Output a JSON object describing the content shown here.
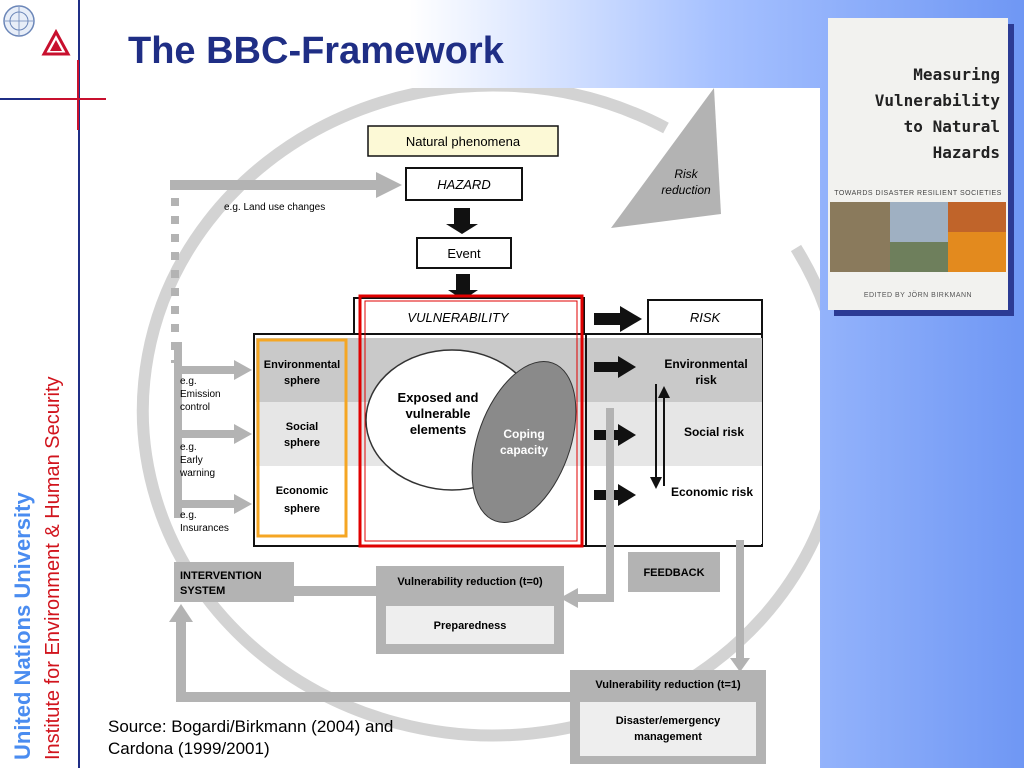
{
  "slide": {
    "title": "The BBC-Framework",
    "sidebar_primary": "United Nations University",
    "sidebar_secondary": "Institute for Environment & Human Security",
    "source_line1": "Source: Bogardi/Birkmann (2004) and",
    "source_line2": "Cardona (1999/2001)"
  },
  "book": {
    "title_lines": [
      "Measuring",
      "Vulnerability",
      "to Natural",
      "Hazards"
    ],
    "subtitle": "TOWARDS DISASTER RESILIENT SOCIETIES",
    "editor": "EDITED BY JÖRN BIRKMANN"
  },
  "diagram": {
    "natural_phenomena": "Natural phenomena",
    "hazard": "HAZARD",
    "event": "Event",
    "vulnerability": "VULNERABILITY",
    "risk": "RISK",
    "risk_reduction_1": "Risk",
    "risk_reduction_2": "reduction",
    "land_use": "e.g.   Land use changes",
    "eg_emission_1": "e.g.",
    "eg_emission_2": "Emission",
    "eg_emission_3": "control",
    "eg_warning_1": "e.g.",
    "eg_warning_2": "Early",
    "eg_warning_3": "warning",
    "eg_insurance_1": "e.g.",
    "eg_insurance_2": "Insurances",
    "env_sphere_1": "Environmental",
    "env_sphere_2": "sphere",
    "social_sphere_1": "Social",
    "social_sphere_2": "sphere",
    "econ_sphere_1": "Economic",
    "econ_sphere_2": "sphere",
    "exposed_1": "Exposed and",
    "exposed_2": "vulnerable",
    "exposed_3": "elements",
    "coping_1": "Coping",
    "coping_2": "capacity",
    "env_risk_1": "Environmental",
    "env_risk_2": "risk",
    "social_risk": "Social risk",
    "econ_risk": "Economic risk",
    "intervention_1": "INTERVENTION",
    "intervention_2": "SYSTEM",
    "vr0": "Vulnerability reduction (t=0)",
    "preparedness": "Preparedness",
    "feedback": "FEEDBACK",
    "vr1": "Vulnerability reduction (t=1)",
    "disaster_1": "Disaster/emergency",
    "disaster_2": "management"
  },
  "colors": {
    "title": "#1f2e85",
    "sidebar_primary": "#4a8cf0",
    "sidebar_secondary": "#d1141d",
    "vulnerability_frame": "#e00000",
    "sphere_frame": "#f5a623"
  }
}
